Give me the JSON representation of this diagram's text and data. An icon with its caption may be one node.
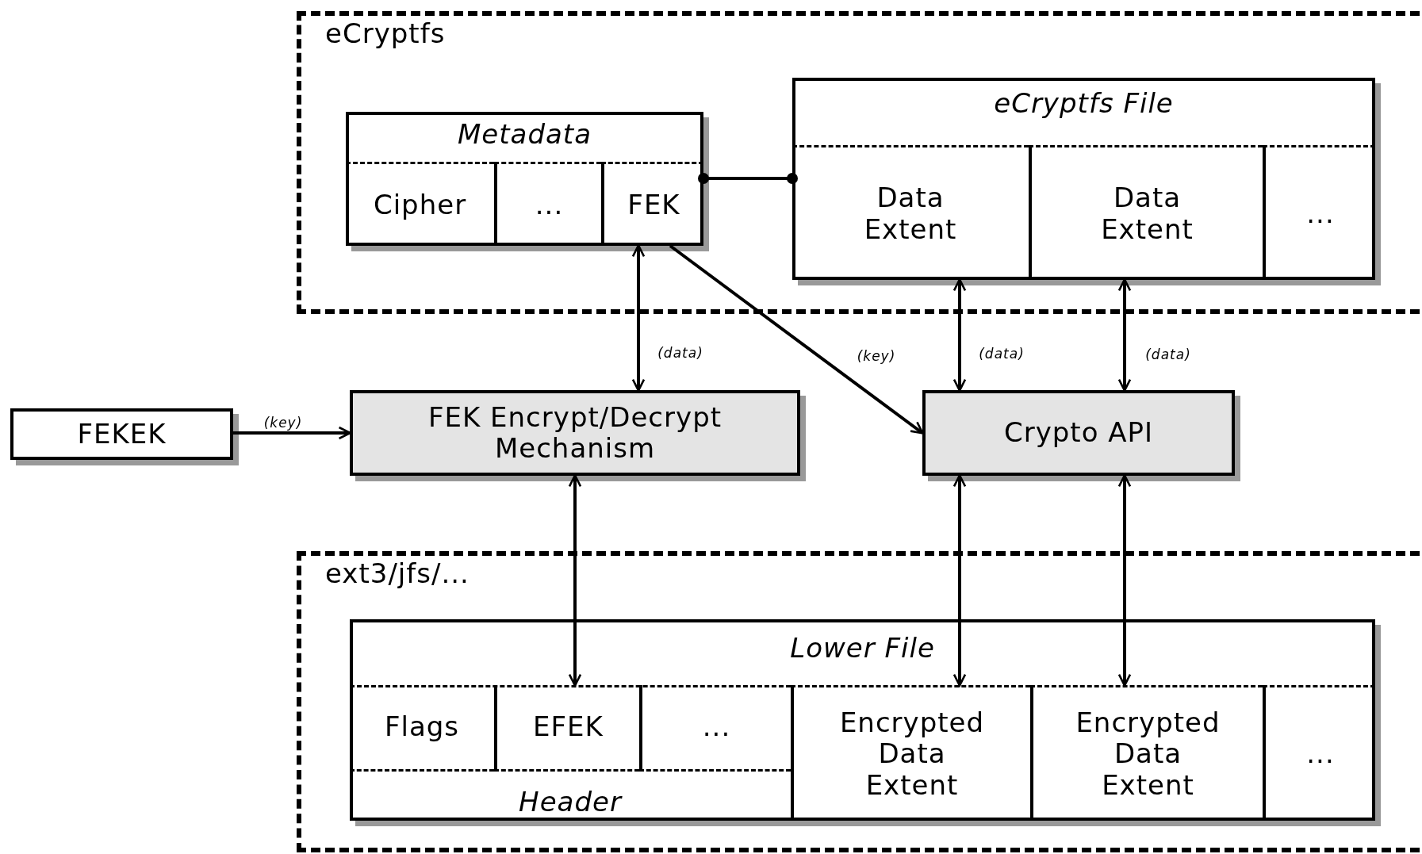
{
  "diagram": {
    "nodes": [
      {
        "text": [
          "eCryptfs"
        ]
      },
      {
        "text": [
          "Metadata"
        ],
        "in": 0
      },
      {
        "text": [
          "Cipher"
        ],
        "in": 1
      },
      {
        "text": [
          "..."
        ],
        "in": 1
      },
      {
        "text": [
          "FEK"
        ],
        "in": 1
      },
      {
        "text": [
          "eCryptfs File"
        ],
        "in": 0
      },
      {
        "text": [
          "Data Extent"
        ],
        "in": 5
      },
      {
        "text": [
          "Data Extent"
        ],
        "in": 5
      },
      {
        "text": [
          "..."
        ],
        "in": 5
      },
      {
        "text": [
          "FEKEK"
        ]
      },
      {
        "text": [
          "FEK Encrypt/Decrypt Mechanism"
        ]
      },
      {
        "text": [
          "Crypto API"
        ]
      },
      {
        "text": [
          "ext3/jfs/..."
        ]
      },
      {
        "text": [
          "Lower File"
        ],
        "in": 12
      },
      {
        "text": [
          "Header"
        ],
        "in": 13
      },
      {
        "text": [
          "Flags"
        ],
        "in": 14
      },
      {
        "text": [
          "EFEK"
        ],
        "in": 14
      },
      {
        "text": [
          "..."
        ],
        "in": 14
      },
      {
        "text": [
          "Encrypted Data Extent"
        ],
        "in": 13
      },
      {
        "text": [
          "Encrypted Data Extent"
        ],
        "in": 13
      },
      {
        "text": [
          "..."
        ],
        "in": 13
      }
    ],
    "edges": [
      {
        "from": 1,
        "to": 5,
        "arrow": "other"
      },
      {
        "from": 4,
        "to": 10,
        "arrow": "both",
        "label": "(data)"
      },
      {
        "from": 4,
        "to": 11,
        "arrow": "to",
        "label": "(key)"
      },
      {
        "from": 6,
        "to": 11,
        "arrow": "both",
        "label": "(data)"
      },
      {
        "from": 7,
        "to": 11,
        "arrow": "both",
        "label": "(data)"
      },
      {
        "from": 9,
        "to": 10,
        "arrow": "to",
        "label": "(key)"
      },
      {
        "from": 10,
        "to": 16,
        "arrow": "both"
      },
      {
        "from": 11,
        "to": 18,
        "arrow": "both"
      },
      {
        "from": 11,
        "to": 19,
        "arrow": "both"
      }
    ]
  }
}
